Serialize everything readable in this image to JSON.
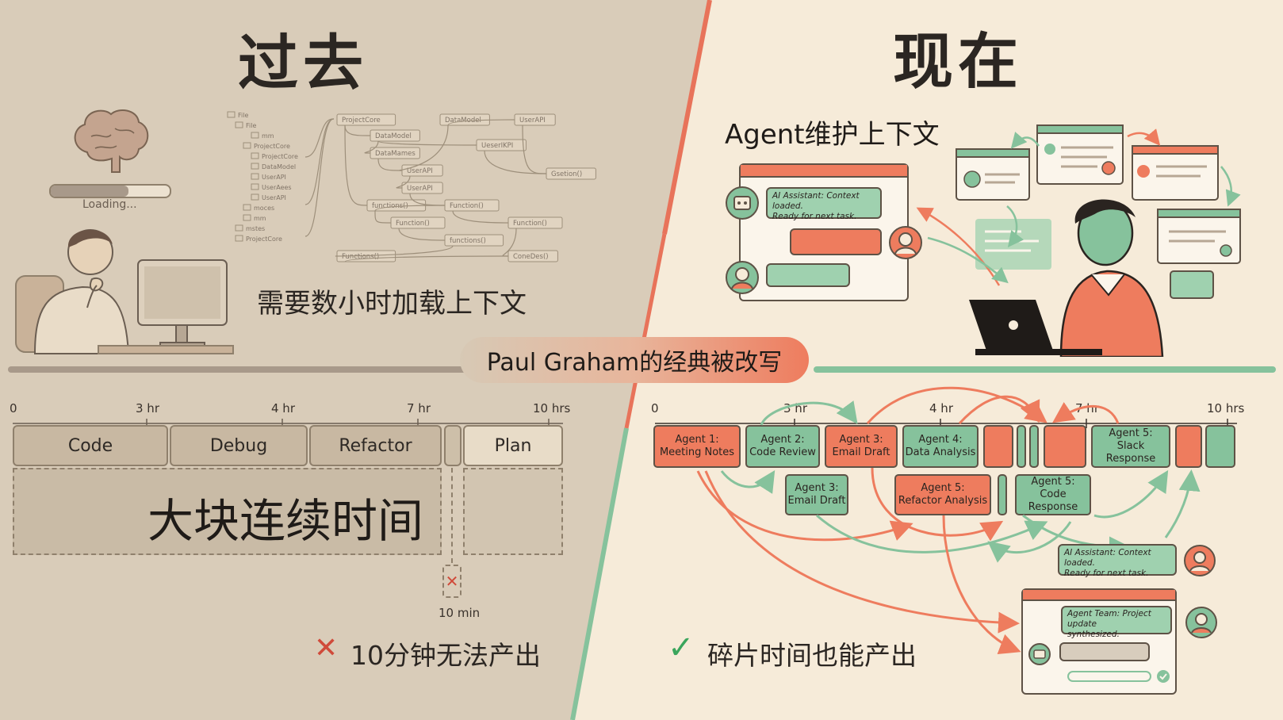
{
  "past": {
    "title": "过去",
    "loading_label": "Loading...",
    "caption": "需要数小时加载上下文",
    "tree": [
      "File",
      "File",
      "mm",
      "ProjectCore",
      "ProjectCore",
      "DataModel",
      "UserAPI",
      "UserAees",
      "UserAPI",
      "moces",
      "mm",
      "mstes",
      "ProjectCore"
    ],
    "graph_nodes": [
      "ProjectCore",
      "DataModel",
      "DataMames",
      "UserAPI",
      "UserAPI",
      "DataModel",
      "UserAPI",
      "UeserIKPI",
      "Gsetion()",
      "functions()",
      "Function()",
      "Function()",
      "Function()",
      "functions()",
      "Functions()",
      "ConeDes()"
    ],
    "ticks": [
      "0",
      "3 hr",
      "4 hr",
      "7 hr",
      "10 hrs"
    ],
    "blocks": [
      "Code",
      "Debug",
      "Refactor",
      "Plan"
    ],
    "continuous_label": "大块连续时间",
    "gap_label": "10 min",
    "cross_mark": "✕",
    "verdict_mark": "✕",
    "verdict": "10分钟无法产出"
  },
  "present": {
    "title": "现在",
    "agent_caption": "Agent维护上下文",
    "chat_message": "AI Assistant: Context loaded.\nReady for next task.",
    "ticks": [
      "0",
      "3 hr",
      "4 hr",
      "7 hr",
      "10 hrs"
    ],
    "agents_top": [
      "Agent 1:\nMeeting Notes",
      "Agent 2:\nCode Review",
      "Agent 3:\nEmail Draft",
      "Agent 4:\nData Analysis",
      "Agent 5:\nSlack Response"
    ],
    "agents_bottom": [
      "Agent 3:\nEmail Draft",
      "Agent 5:\nRefactor Analysis",
      "Agent 5:\nCode Response"
    ],
    "bubble_1": "AI Assistant: Context loaded.\nReady for next task.",
    "bubble_2": "Agent Team: Project update\nsynthesized.",
    "verdict_mark": "✓",
    "verdict": "碎片时间也能产出"
  },
  "center_banner": "Paul Graham的经典被改写",
  "colors": {
    "past_bg": "#d9ccb9",
    "present_bg": "#f6ebd9",
    "orange": "#ee7c5e",
    "green": "#86c29c",
    "divider": "#e8735a"
  }
}
